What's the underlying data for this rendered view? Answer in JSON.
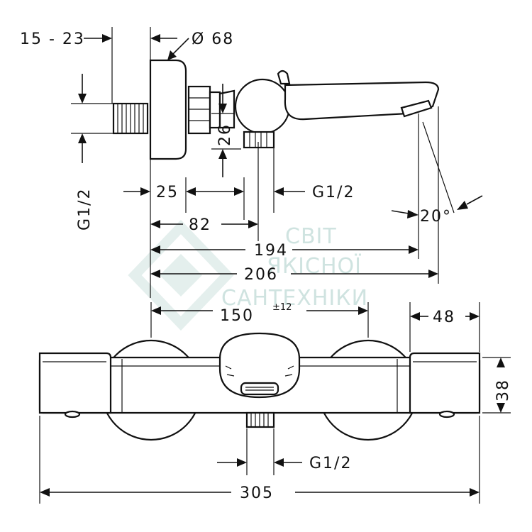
{
  "side_view": {
    "dims": {
      "inlet_offset": "15 - 23",
      "rosette_diameter": "Ø 68",
      "height_26": "26",
      "thread_left": "G1/2",
      "length_25": "25",
      "thread_outlet": "G1/2",
      "length_82": "82",
      "length_194": "194",
      "length_206": "206",
      "spout_angle": "20°"
    }
  },
  "front_view": {
    "dims": {
      "centers": "150",
      "centers_tolerance": "±12",
      "knob_width": "48",
      "body_height": "38",
      "thread_bottom": "G1/2",
      "total_length": "305"
    }
  },
  "watermark": {
    "line1": "СВІТ",
    "line2": "ЯКІСНОЇ",
    "line3": "САНТЕХНІКИ"
  },
  "colors": {
    "line": "#111111",
    "watermark": "#cfe3e0"
  }
}
